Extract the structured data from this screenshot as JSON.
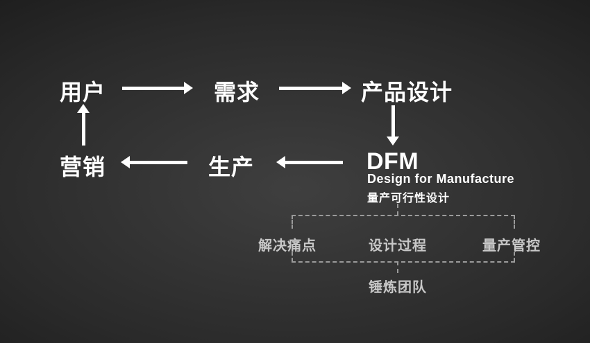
{
  "slide": {
    "nodes": {
      "user": "用户",
      "demand": "需求",
      "product_design": "产品设计",
      "marketing": "营销",
      "production": "生产",
      "dfm": "DFM",
      "dfm_subtitle_en": "Design for Manufacture",
      "dfm_subtitle_cn": "量产可行性设计"
    },
    "breakdown": {
      "items": [
        "解决痛点",
        "设计过程",
        "量产管控"
      ],
      "team": "锤炼团队"
    },
    "colors": {
      "text_primary": "#ffffff",
      "text_secondary": "#c8c8c8",
      "dash_line": "#9b9b9b",
      "arrow": "#ffffff",
      "background_center": "#3f3f3f",
      "background_edge": "#0c0c0c"
    }
  }
}
